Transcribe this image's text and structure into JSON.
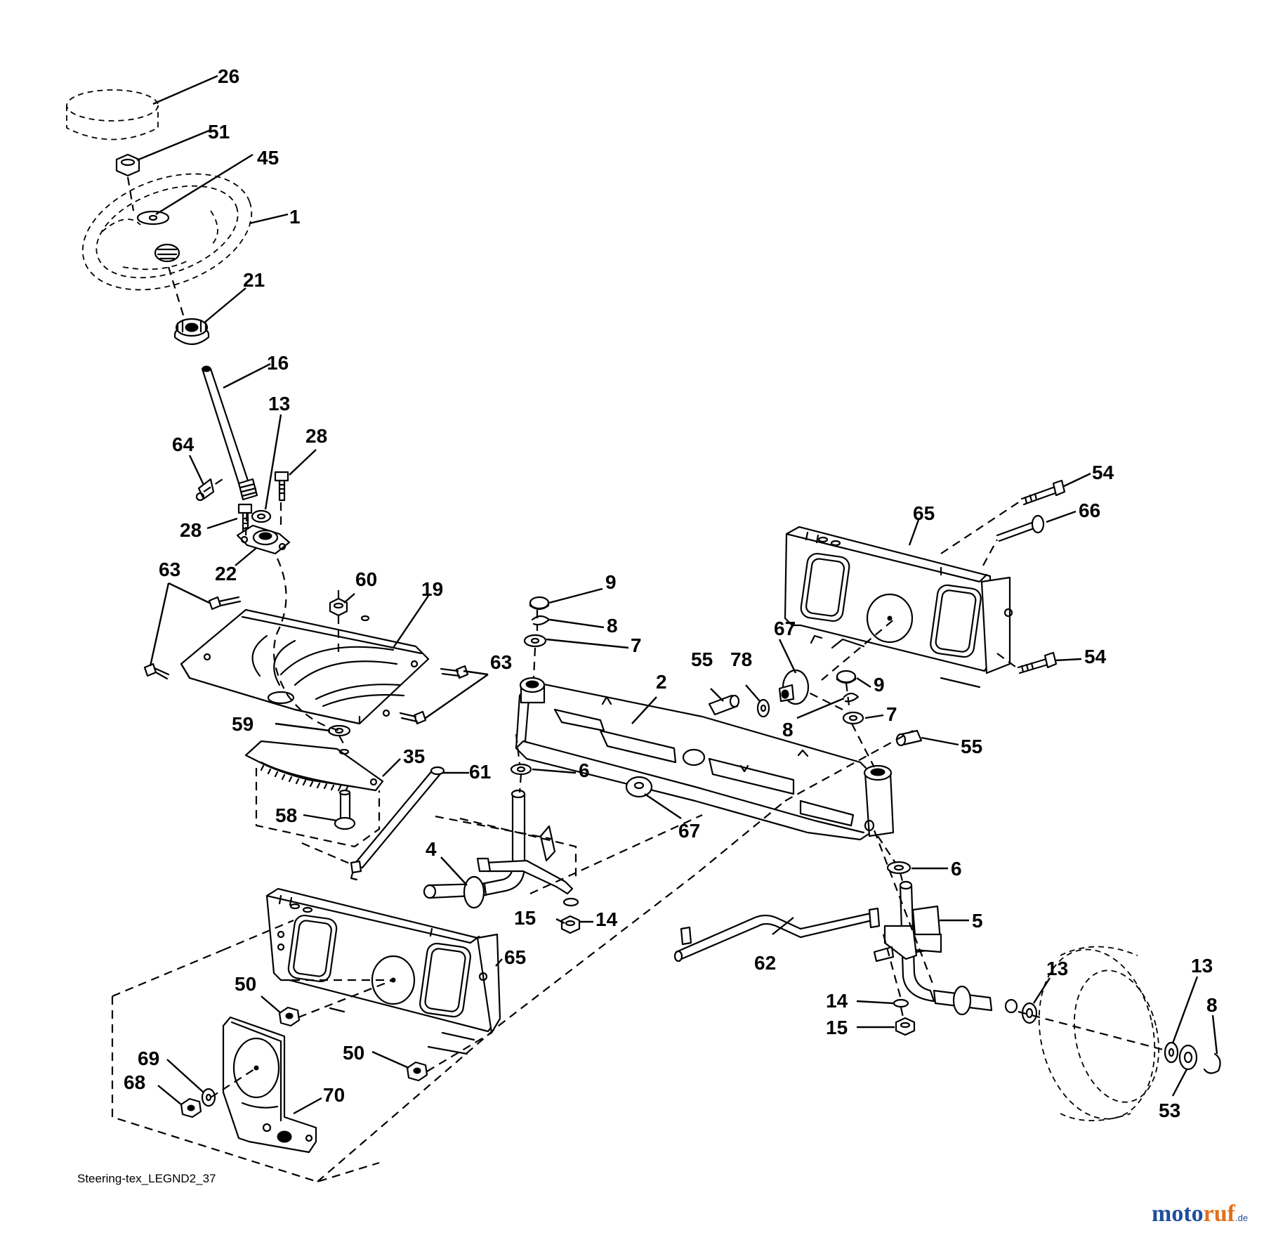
{
  "diagram_caption": "Steering-tex_LEGND2_37",
  "watermark": {
    "part1": "moto",
    "part2": "ruf",
    "suffix": ".de"
  },
  "colors": {
    "line": "#000000",
    "background": "#ffffff",
    "watermark_blue": "#1d4f9c",
    "watermark_orange": "#e0701c"
  },
  "callouts": {
    "c26": "26",
    "c51": "51",
    "c45": "45",
    "c1": "1",
    "c21": "21",
    "c16": "16",
    "c13a": "13",
    "c28a": "28",
    "c64": "64",
    "c28b": "28",
    "c22": "22",
    "c63a": "63",
    "c60": "60",
    "c19": "19",
    "c63b": "63",
    "c59": "59",
    "c35": "35",
    "c58": "58",
    "c61": "61",
    "c9a": "9",
    "c8a": "8",
    "c7a": "7",
    "c6a": "6",
    "c4": "4",
    "c15a": "15",
    "c14a": "14",
    "c65a": "65",
    "c54a": "54",
    "c66": "66",
    "c65b": "65",
    "c67a": "67",
    "c78": "78",
    "c55a": "55",
    "c2": "2",
    "c9b": "9",
    "c8b": "8",
    "c7b": "7",
    "c55b": "55",
    "c54b": "54",
    "c67b": "67",
    "c6b": "6",
    "c5": "5",
    "c62": "62",
    "c14b": "14",
    "c15b": "15",
    "c13b": "13",
    "c13c": "13",
    "c8c": "8",
    "c53": "53",
    "c50a": "50",
    "c50b": "50",
    "c69": "69",
    "c68": "68",
    "c70": "70"
  }
}
